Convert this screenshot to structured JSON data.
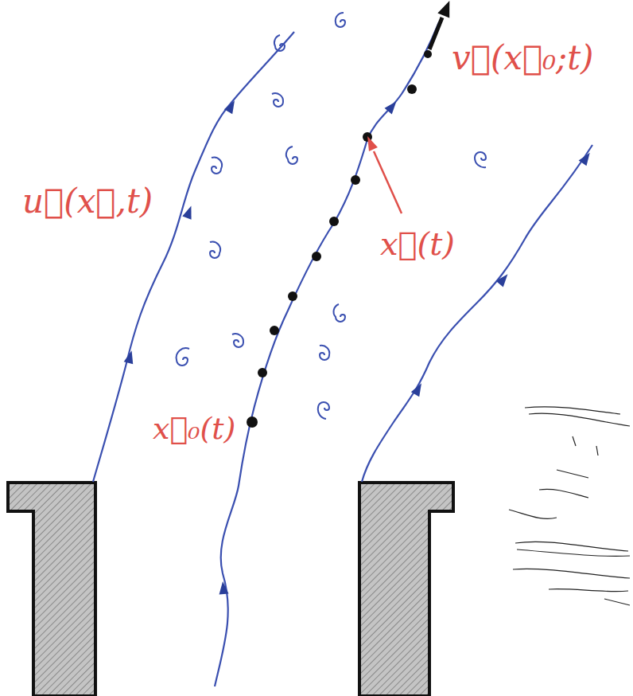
{
  "diagram": {
    "labels": [
      "u⃗(x⃗,t)",
      "v⃗(x⃗₀;t)",
      "x⃗(t)",
      "x⃗₀(t)"
    ]
  }
}
